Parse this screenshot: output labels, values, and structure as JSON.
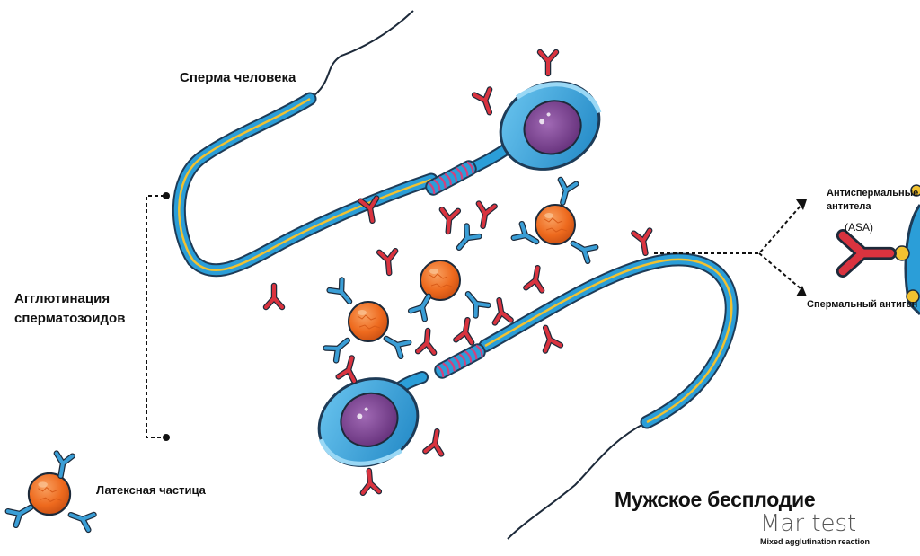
{
  "labels": {
    "human_sperm": "Сперма человека",
    "agglutination_line1": "Агглютинация",
    "agglutination_line2": "сперматозоидов",
    "latex_particle": "Латексная частица",
    "antisperm_antibodies_line1": "Антиспермальные",
    "antisperm_antibodies_line2": "антитела",
    "asa": "(ASA)",
    "sperm_antigen": "Спермальный антиген",
    "title": "Мужское бесплодие",
    "mar_test": "Mar test",
    "mar_subtitle": "Mixed agglutination reaction"
  },
  "colors": {
    "cell_blue": "#2b9ed8",
    "cell_outline": "#1d3b57",
    "nucleus_purple": "#7a3c8c",
    "tail_yellow": "#f2c230",
    "antibody_red": "#d9333f",
    "antibody_blue": "#3a9ed6",
    "latex_orange": "#ee6a1e",
    "midpiece_pink": "#d2427e"
  }
}
